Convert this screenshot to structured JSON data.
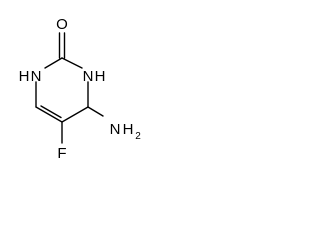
{
  "molecule": {
    "atoms": {
      "oxygen": "O",
      "n1": "N",
      "h1": "H",
      "n3": "N",
      "h3": "H",
      "fluorine": "F",
      "amine_n": "N",
      "amine_h": "H",
      "amine_sub": "2"
    }
  }
}
